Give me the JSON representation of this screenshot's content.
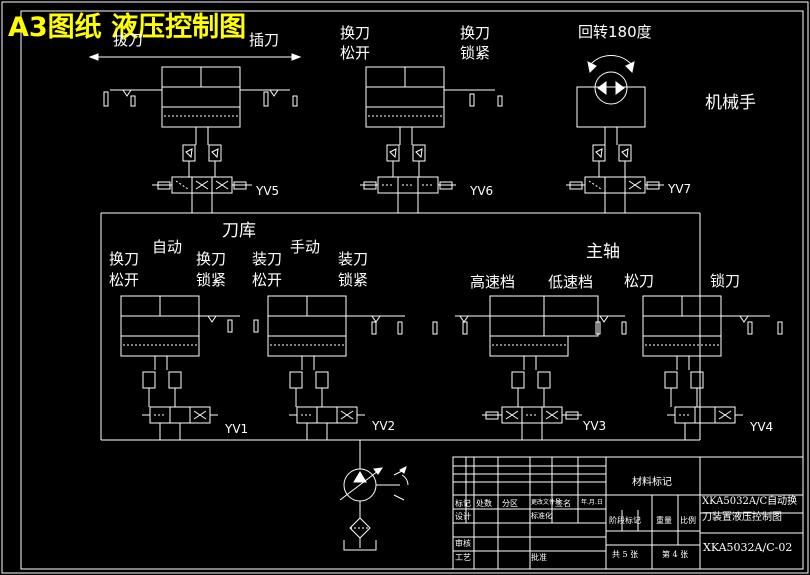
{
  "header": {
    "title": "A3图纸 液压控制图"
  },
  "labels": {
    "robot_pull": "拔刀",
    "robot_insert": "插刀",
    "robot_release_1": "换刀",
    "robot_release_2": "松开",
    "robot_clamp_1": "换刀",
    "robot_clamp_2": "锁紧",
    "rotate": "回转180度",
    "manipulator": "机械手",
    "magazine": "刀库",
    "auto": "自动",
    "manual": "手动",
    "mag_release_1": "换刀",
    "mag_release_2": "松开",
    "mag_clamp_1": "换刀",
    "mag_clamp_2": "锁紧",
    "mag2_release_1": "装刀",
    "mag2_release_2": "松开",
    "mag2_clamp_1": "装刀",
    "mag2_clamp_2": "锁紧",
    "spindle": "主轴",
    "high_speed": "高速档",
    "low_speed": "低速档",
    "loosen_tool": "松刀",
    "lock_tool": "锁刀"
  },
  "valves": {
    "yv1": "YV1",
    "yv2": "YV2",
    "yv3": "YV3",
    "yv4": "YV4",
    "yv5": "YV5",
    "yv6": "YV6",
    "yv7": "YV7"
  },
  "title_block": {
    "material_mark": "材料标记",
    "drawing_name_1": "XKA5032A/C自动换",
    "drawing_name_2": "刀装置液压控制图",
    "drawing_no": "XKA5032A/C-02",
    "stage_mark": "阶段标记",
    "weight": "重量",
    "scale": "比例",
    "total_sheets": "共 5 张",
    "sheet_no": "第 4 张",
    "marks": "标记",
    "count": "处数",
    "zone": "分区",
    "change_doc": "更改文件号",
    "signature": "签名",
    "date": "年.月.日",
    "design": "设计",
    "std": "标准化",
    "review": "审核",
    "process": "工艺",
    "approve": "批准"
  },
  "colors": {
    "line": "#ffffff",
    "title": "#ffff00",
    "background": "#000000"
  }
}
